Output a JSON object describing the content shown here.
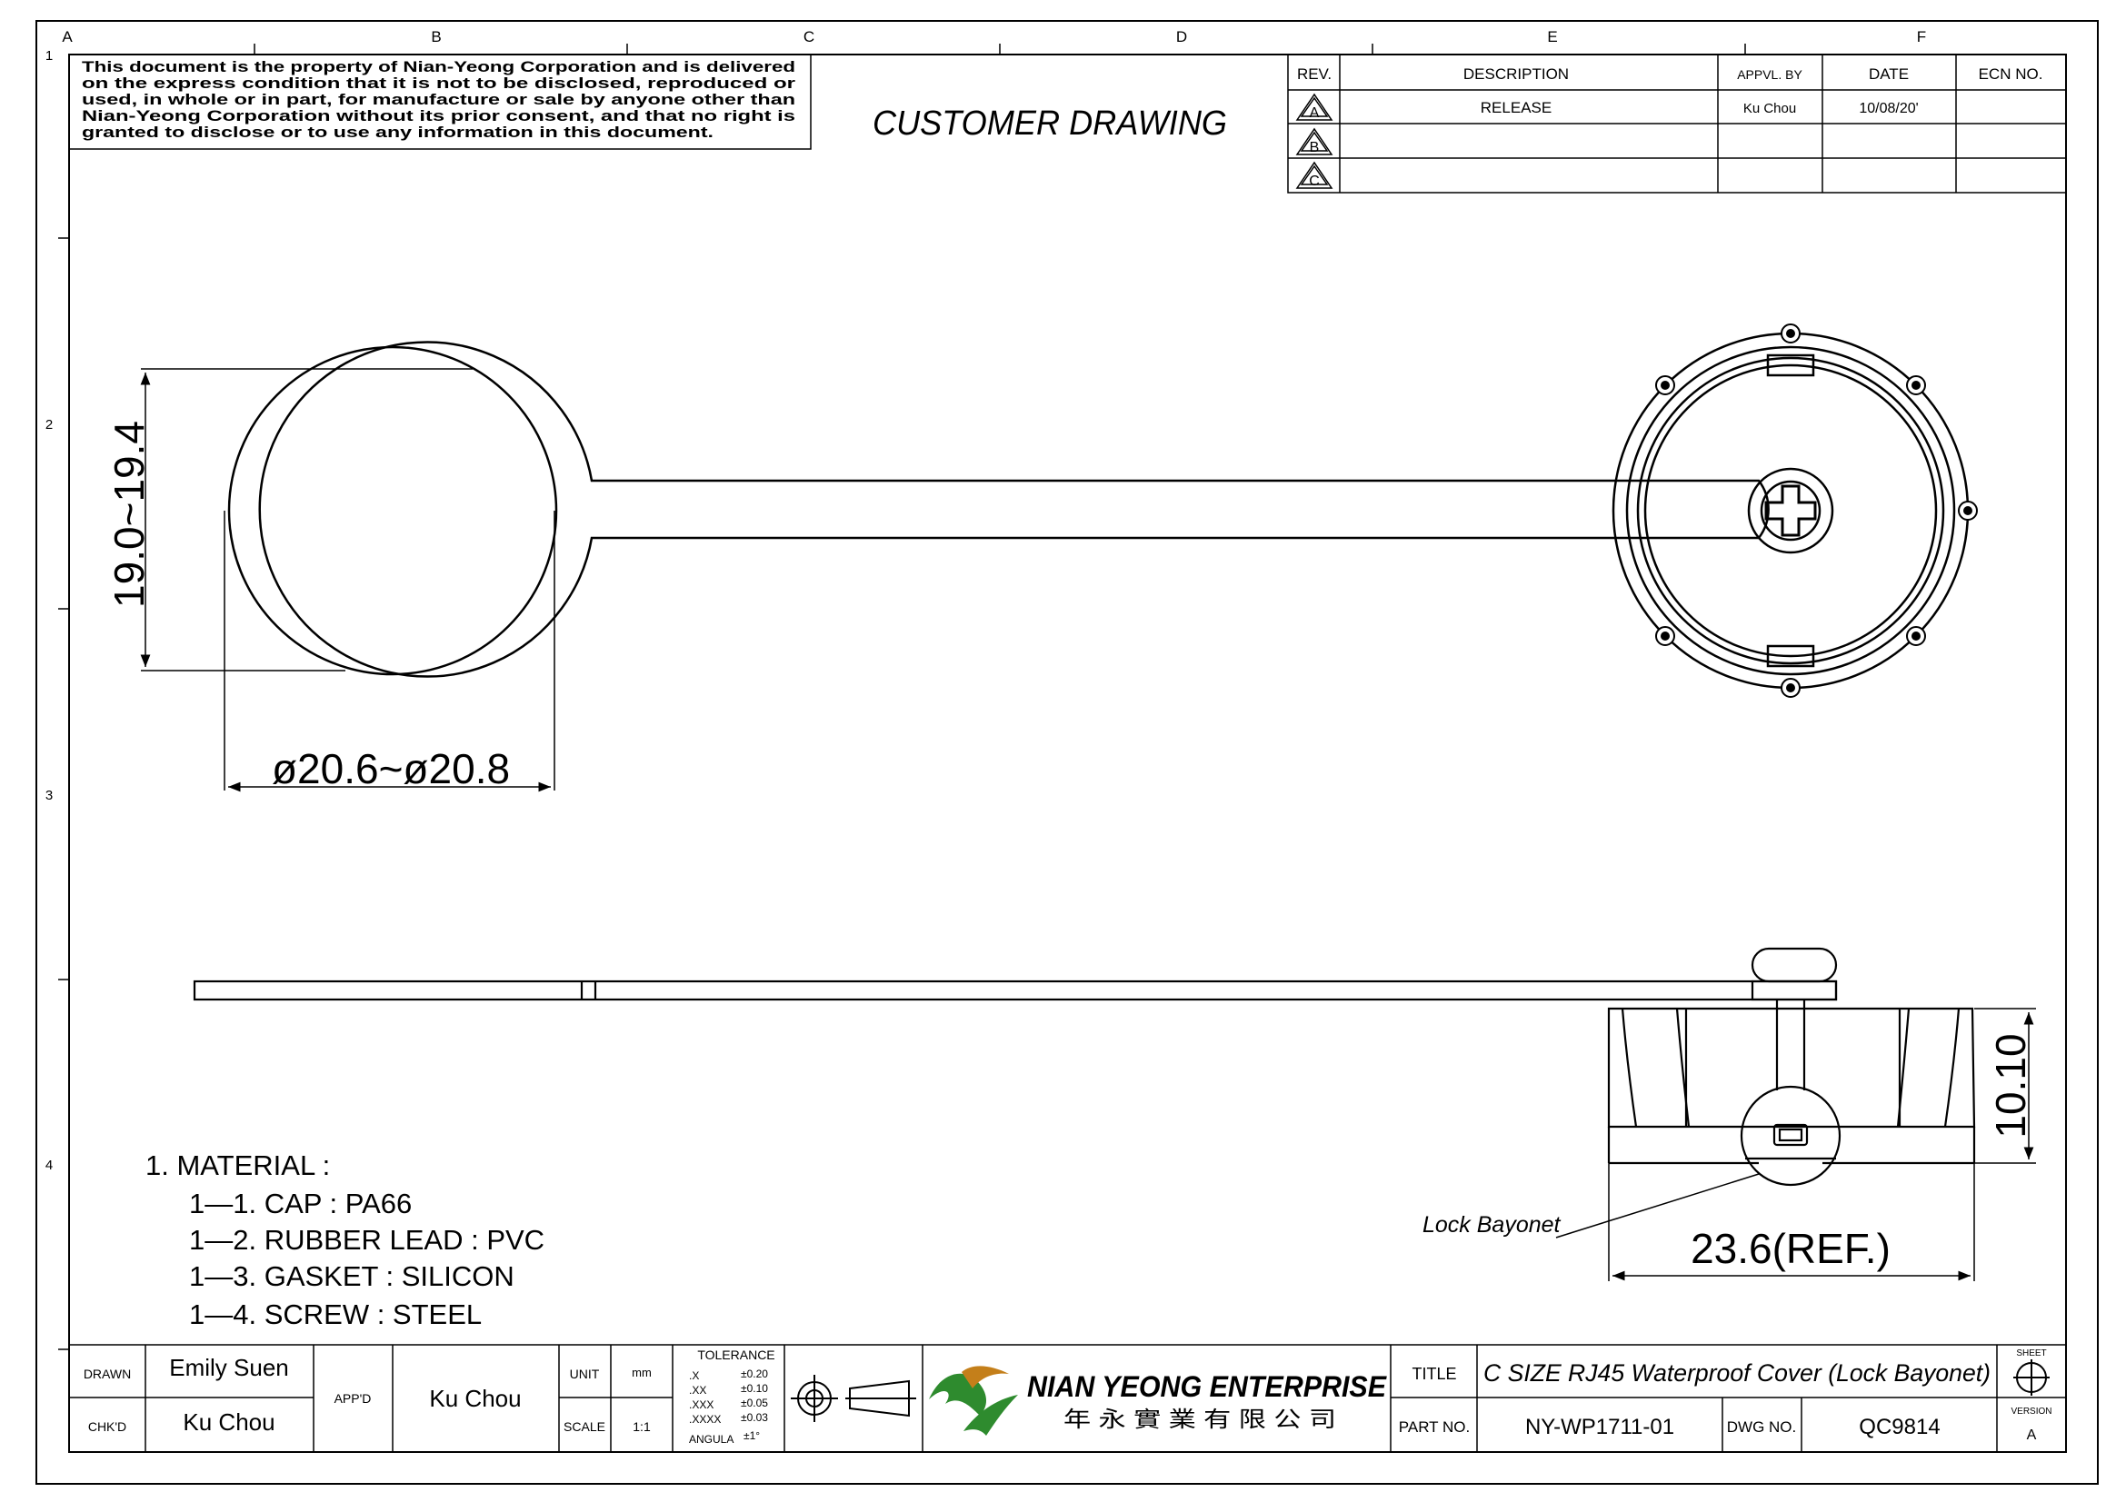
{
  "zone_letters": [
    "A",
    "B",
    "C",
    "D",
    "E",
    "F"
  ],
  "zone_numbers": [
    "1",
    "2",
    "3",
    "4"
  ],
  "notice": {
    "lines": [
      "This document is the property of Nian-Yeong Corporation and is delivered",
      "on  the  express  condition  that  it  is  not  to  be  disclosed,  reproduced  or",
      "used,  in  whole  or  in  part,  for  manufacture  or  sale  by  anyone  other  than",
      "Nian-Yeong  Corporation  without   its  prior  consent,  and  that   no  right   is",
      "granted  to  disclose  or  to  use  any  information  in  this   document."
    ]
  },
  "heading": "CUSTOMER  DRAWING",
  "revision_table": {
    "headers": [
      "REV.",
      "DESCRIPTION",
      "APPVL. BY",
      "DATE",
      "ECN NO."
    ],
    "rows": [
      {
        "rev": "A",
        "description": "RELEASE",
        "approved_by": "Ku Chou",
        "date": "10/08/20'",
        "ecn": ""
      },
      {
        "rev": "B",
        "description": "",
        "approved_by": "",
        "date": "",
        "ecn": ""
      },
      {
        "rev": "C",
        "description": "",
        "approved_by": "",
        "date": "",
        "ecn": ""
      }
    ]
  },
  "dimensions": {
    "height": "19.0~19.4",
    "diameter": "ø20.6~ø20.8",
    "cap_height": "10.10",
    "cap_width": "23.6(REF.)"
  },
  "callout": "Lock Bayonet",
  "notes": [
    "1.  MATERIAL  :",
    "1—1.  CAP  :  PA66",
    "1—2.  RUBBER  LEAD  :  PVC",
    "1—3.  GASKET  :     SILICON",
    "1—4.  SCREW  :     STEEL"
  ],
  "title_block": {
    "drawn_label": "DRAWN",
    "drawn_value": "Emily Suen",
    "checked_label": "CHK'D",
    "checked_value": "Ku Chou",
    "approved_label": "APP'D",
    "approved_value": "Ku Chou",
    "unit_label": "UNIT",
    "unit_value": "mm",
    "scale_label": "SCALE",
    "scale_value": "1:1",
    "tolerance_title": "TOLERANCE",
    "tolerances": [
      {
        "k": ".X",
        "v": "±0.20"
      },
      {
        "k": ".XX",
        "v": "±0.10"
      },
      {
        "k": ".XXX",
        "v": "±0.05"
      },
      {
        "k": ".XXXX",
        "v": "±0.03"
      },
      {
        "k": "ANGULA",
        "v": "±1°"
      }
    ],
    "company_name": "NIAN YEONG ENTERPRISE",
    "company_chinese": "年 永 實 業 有 限 公 司",
    "title_label": "TITLE",
    "title_value": "C  SIZE  RJ45  Waterproof  Cover  (Lock  Bayonet)",
    "sheet_label": "SHEET",
    "part_label": "PART  NO.",
    "part_value": "NY-WP1711-01",
    "dwg_label": "DWG NO.",
    "dwg_value": "QC9814",
    "version_label": "VERSION",
    "version_value": "A"
  }
}
